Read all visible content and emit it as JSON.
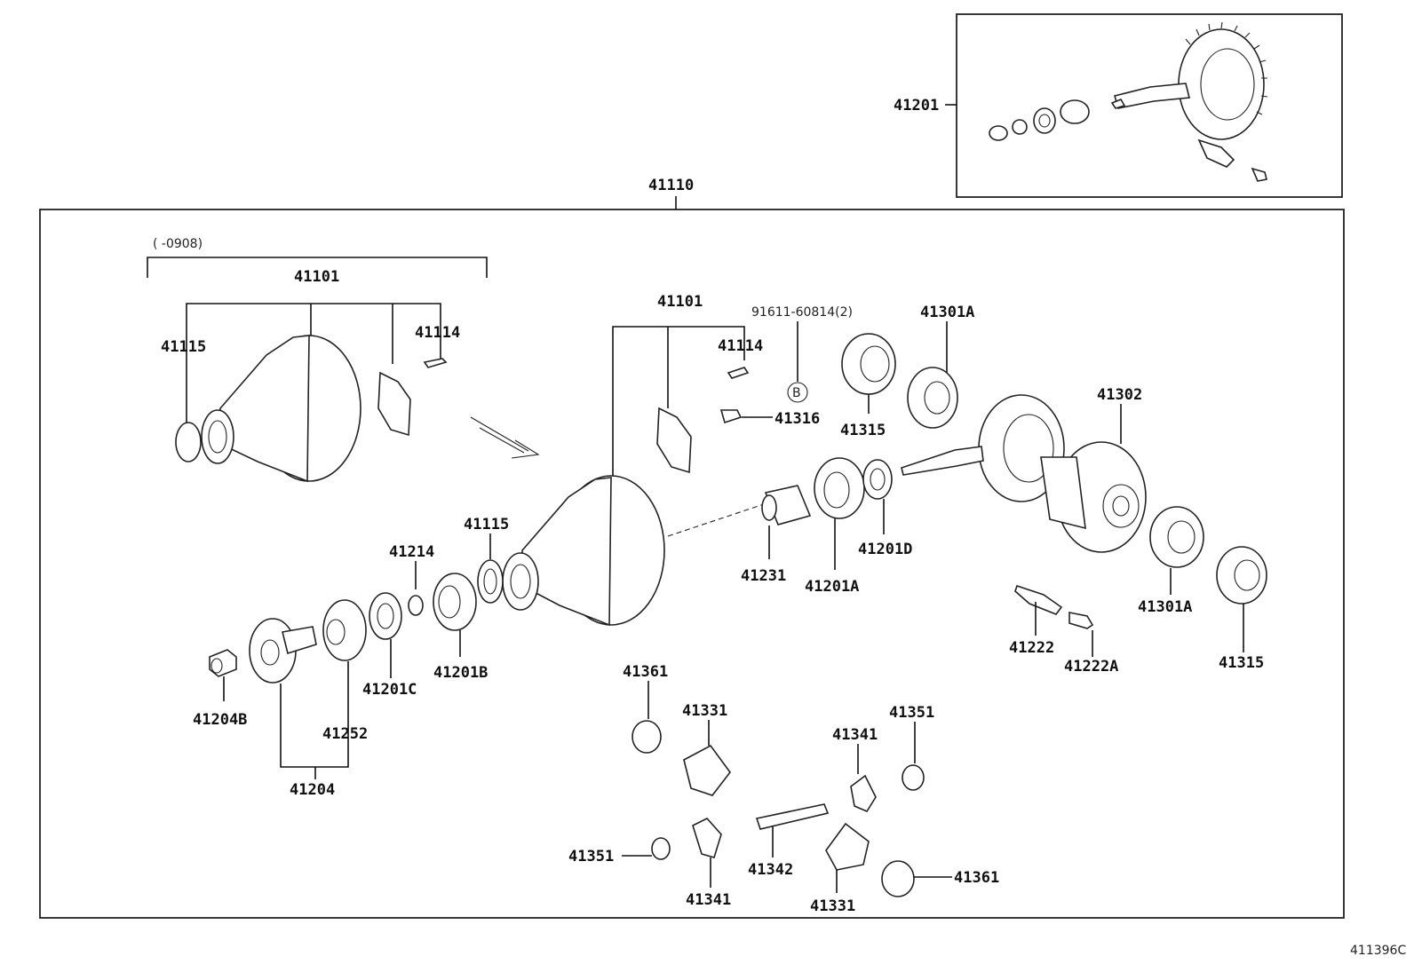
{
  "diagram": {
    "ref_code": "411396C",
    "date_range": "(      -0908)",
    "callout_symbol": "B",
    "labels": {
      "l41201": "41201",
      "l41110": "41110",
      "l41101a": "41101",
      "l41115a": "41115",
      "l41114a": "41114",
      "l41101b": "41101",
      "l41114b": "41114",
      "l91611": "91611-60814(2)",
      "l41316": "41316",
      "l41301Aa": "41301A",
      "l41315a": "41315",
      "l41302": "41302",
      "l41115b": "41115",
      "l41214": "41214",
      "l41231": "41231",
      "l41201A": "41201A",
      "l41201D": "41201D",
      "l41201B": "41201B",
      "l41201C": "41201C",
      "l41204B": "41204B",
      "l41252": "41252",
      "l41204": "41204",
      "l41222": "41222",
      "l41222A": "41222A",
      "l41301Ab": "41301A",
      "l41315b": "41315",
      "l41361a": "41361",
      "l41331a": "41331",
      "l41341a": "41341",
      "l41351a": "41351",
      "l41351b": "41351",
      "l41341b": "41341",
      "l41342": "41342",
      "l41331b": "41331",
      "l41361b": "41361"
    }
  }
}
